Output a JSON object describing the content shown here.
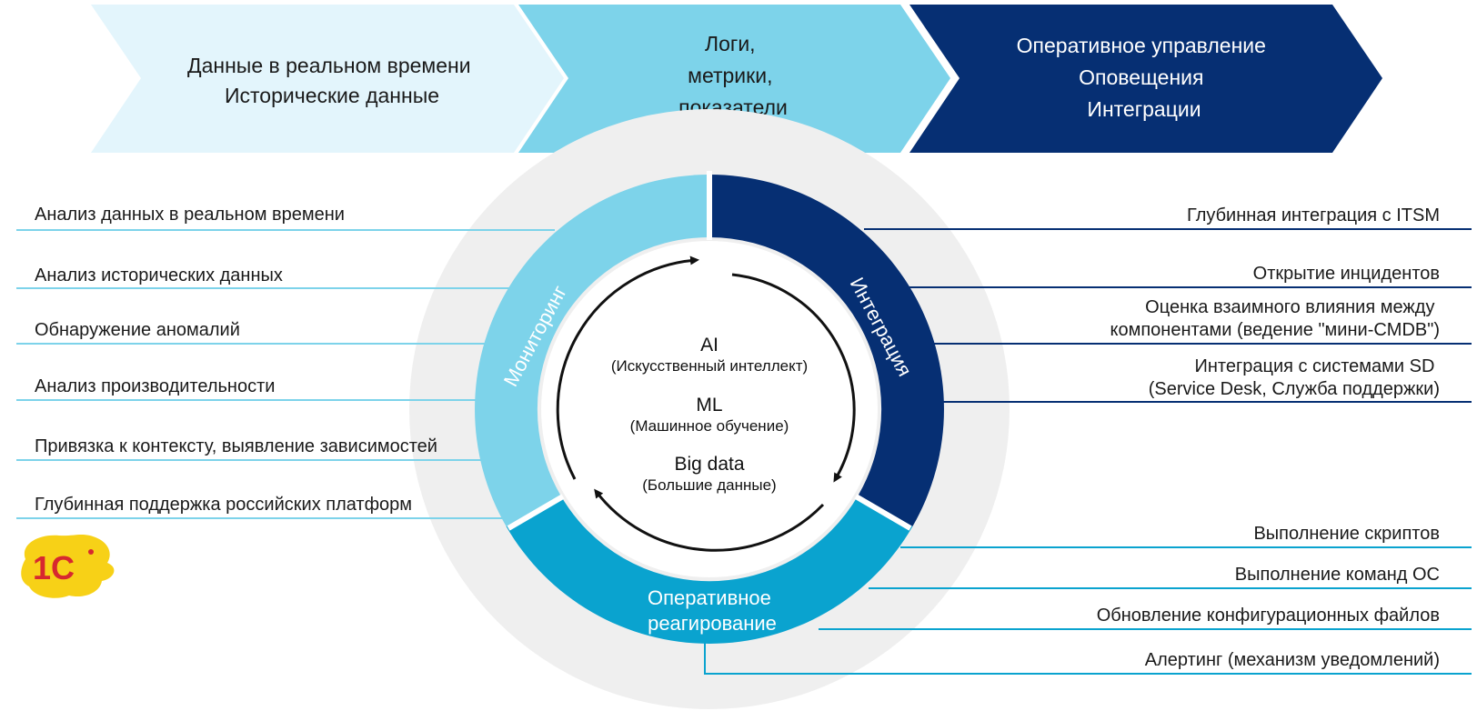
{
  "colors": {
    "chevron_1": "#e3f5fc",
    "chevron_2": "#7dd3ea",
    "chevron_3": "#062f73",
    "monitoring": "#7dd3ea",
    "integration": "#062f73",
    "response": "#0aa3cf",
    "outer_circle": "#efefef",
    "logo_yellow": "#f7d117",
    "logo_red": "#d7282f"
  },
  "chevrons": [
    {
      "lines": [
        "Данные в реальном времени",
        "Исторические данные"
      ]
    },
    {
      "lines": [
        "Логи,",
        "метрики,",
        "показатели"
      ]
    },
    {
      "lines": [
        "Оперативное управление",
        "Оповещения",
        "Интеграции"
      ]
    }
  ],
  "segments": {
    "monitoring": "Мониторинг",
    "integration": "Интеграция",
    "response": [
      "Оперативное",
      "реагирование"
    ]
  },
  "center": [
    {
      "title": "AI",
      "subtitle": "(Искусственный интеллект)"
    },
    {
      "title": "ML",
      "subtitle": "(Машинное обучение)"
    },
    {
      "title": "Big data",
      "subtitle": "(Большие данные)"
    }
  ],
  "left_labels": [
    "Анализ данных в реальном времени",
    "Анализ исторических данных",
    "Обнаружение аномалий",
    "Анализ производительности",
    "Привязка к контексту, выявление зависимостей",
    "Глубинная поддержка российских платформ"
  ],
  "right_integration_labels": [
    [
      "Глубинная интеграция с ITSM"
    ],
    [
      "Открытие инцидентов"
    ],
    [
      "Оценка взаимного влияния между",
      "компонентами (ведение \"мини-CMDB\")"
    ],
    [
      "Интеграция с системами SD",
      "(Service Desk, Служба поддержки)"
    ]
  ],
  "right_response_labels": [
    "Выполнение скриптов",
    "Выполнение команд ОС",
    "Обновление конфигурационных файлов",
    "Алертинг (механизм уведомлений)"
  ],
  "logo": {
    "text": "1С",
    "icon": "1c-logo-icon"
  }
}
